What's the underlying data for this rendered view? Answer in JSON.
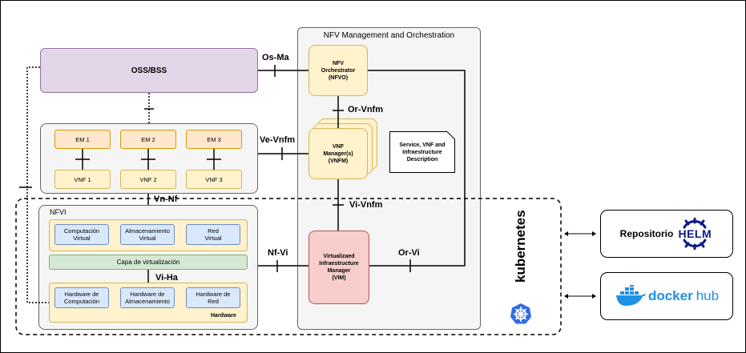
{
  "nfv_mano": {
    "title": "NFV Management and Orchestration",
    "nfvo": "NFV\nOrchestrator\n(NFVO)",
    "vnfm": "VNF\nManager(s)\n(VNFM)",
    "vim": "Virtualizaed\nInfraestructure\nManager\n(VIM)",
    "description": "Service, VNF and\nInfraestructure\nDescription"
  },
  "oss_bss": "OSS/BSS",
  "em_labels": [
    "EM 1",
    "EM 2",
    "EM 3"
  ],
  "vnf_labels": [
    "VNF 1",
    "VNF 2",
    "VNF 3"
  ],
  "nfvi": {
    "title": "NFVI",
    "virtual_resources": [
      "Computación\nVirtual",
      "Almacenamiento\nVirtual",
      "Red\nVirtual"
    ],
    "virtualization_layer": "Capa de virtualización",
    "hardware_resources": [
      "Hardware de\nComputación",
      "Hardware de\nAlmacenamiento",
      "Hardware de\nRed"
    ],
    "hardware_label": "Hardware"
  },
  "interfaces": {
    "os_ma": "Os-Ma",
    "or_vnfm": "Or-Vnfm",
    "ve_vnfm": "Ve-Vnfm",
    "vn_nf": "Vn-Nf",
    "vi_vnfm": "Vi-Vnfm",
    "nf_vi": "Nf-Vi",
    "or_vi": "Or-Vi",
    "vi_ha": "Vi-Ha"
  },
  "kubernetes_label": "kubernetes",
  "repositorio": {
    "label": "Repositorio",
    "logo_text": "HELM"
  },
  "dockerhub": {
    "logo_text_docker": "docker",
    "logo_text_hub": "hub"
  },
  "colors": {
    "oss_fill": "#e1d5e7",
    "oss_border": "#9673a6",
    "em_fill": "#ffe6cc",
    "vnf_fill": "#fff2cc",
    "vim_fill": "#f8cecc",
    "virt_fill": "#d5e8d4",
    "resource_fill": "#dae8fc",
    "helm_blue": "#0f1689",
    "k8s_blue": "#326ce5",
    "docker_blue": "#1d91e6"
  }
}
